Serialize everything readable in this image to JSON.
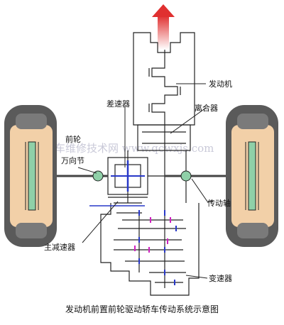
{
  "labels": {
    "engine": "发动机",
    "clutch": "离合器",
    "differential": "差速器",
    "front_wheel": "前轮",
    "universal_joint": "万向节",
    "drive_shaft": "传动轴",
    "final_drive": "主减速器",
    "gearbox": "变速器"
  },
  "watermark": "汽车维修技术网 www.qcwxjs.com",
  "caption": "发动机前置前轮驱动轿车传动系统示意图",
  "colors": {
    "arrow": "#e03030",
    "tire": "#5a5a5a",
    "tire_wall": "#f2d0a8",
    "hub": "#8fd0a8",
    "gear_blue": "#2838c8",
    "gear_magenta": "#d020c0",
    "line": "#222222"
  }
}
